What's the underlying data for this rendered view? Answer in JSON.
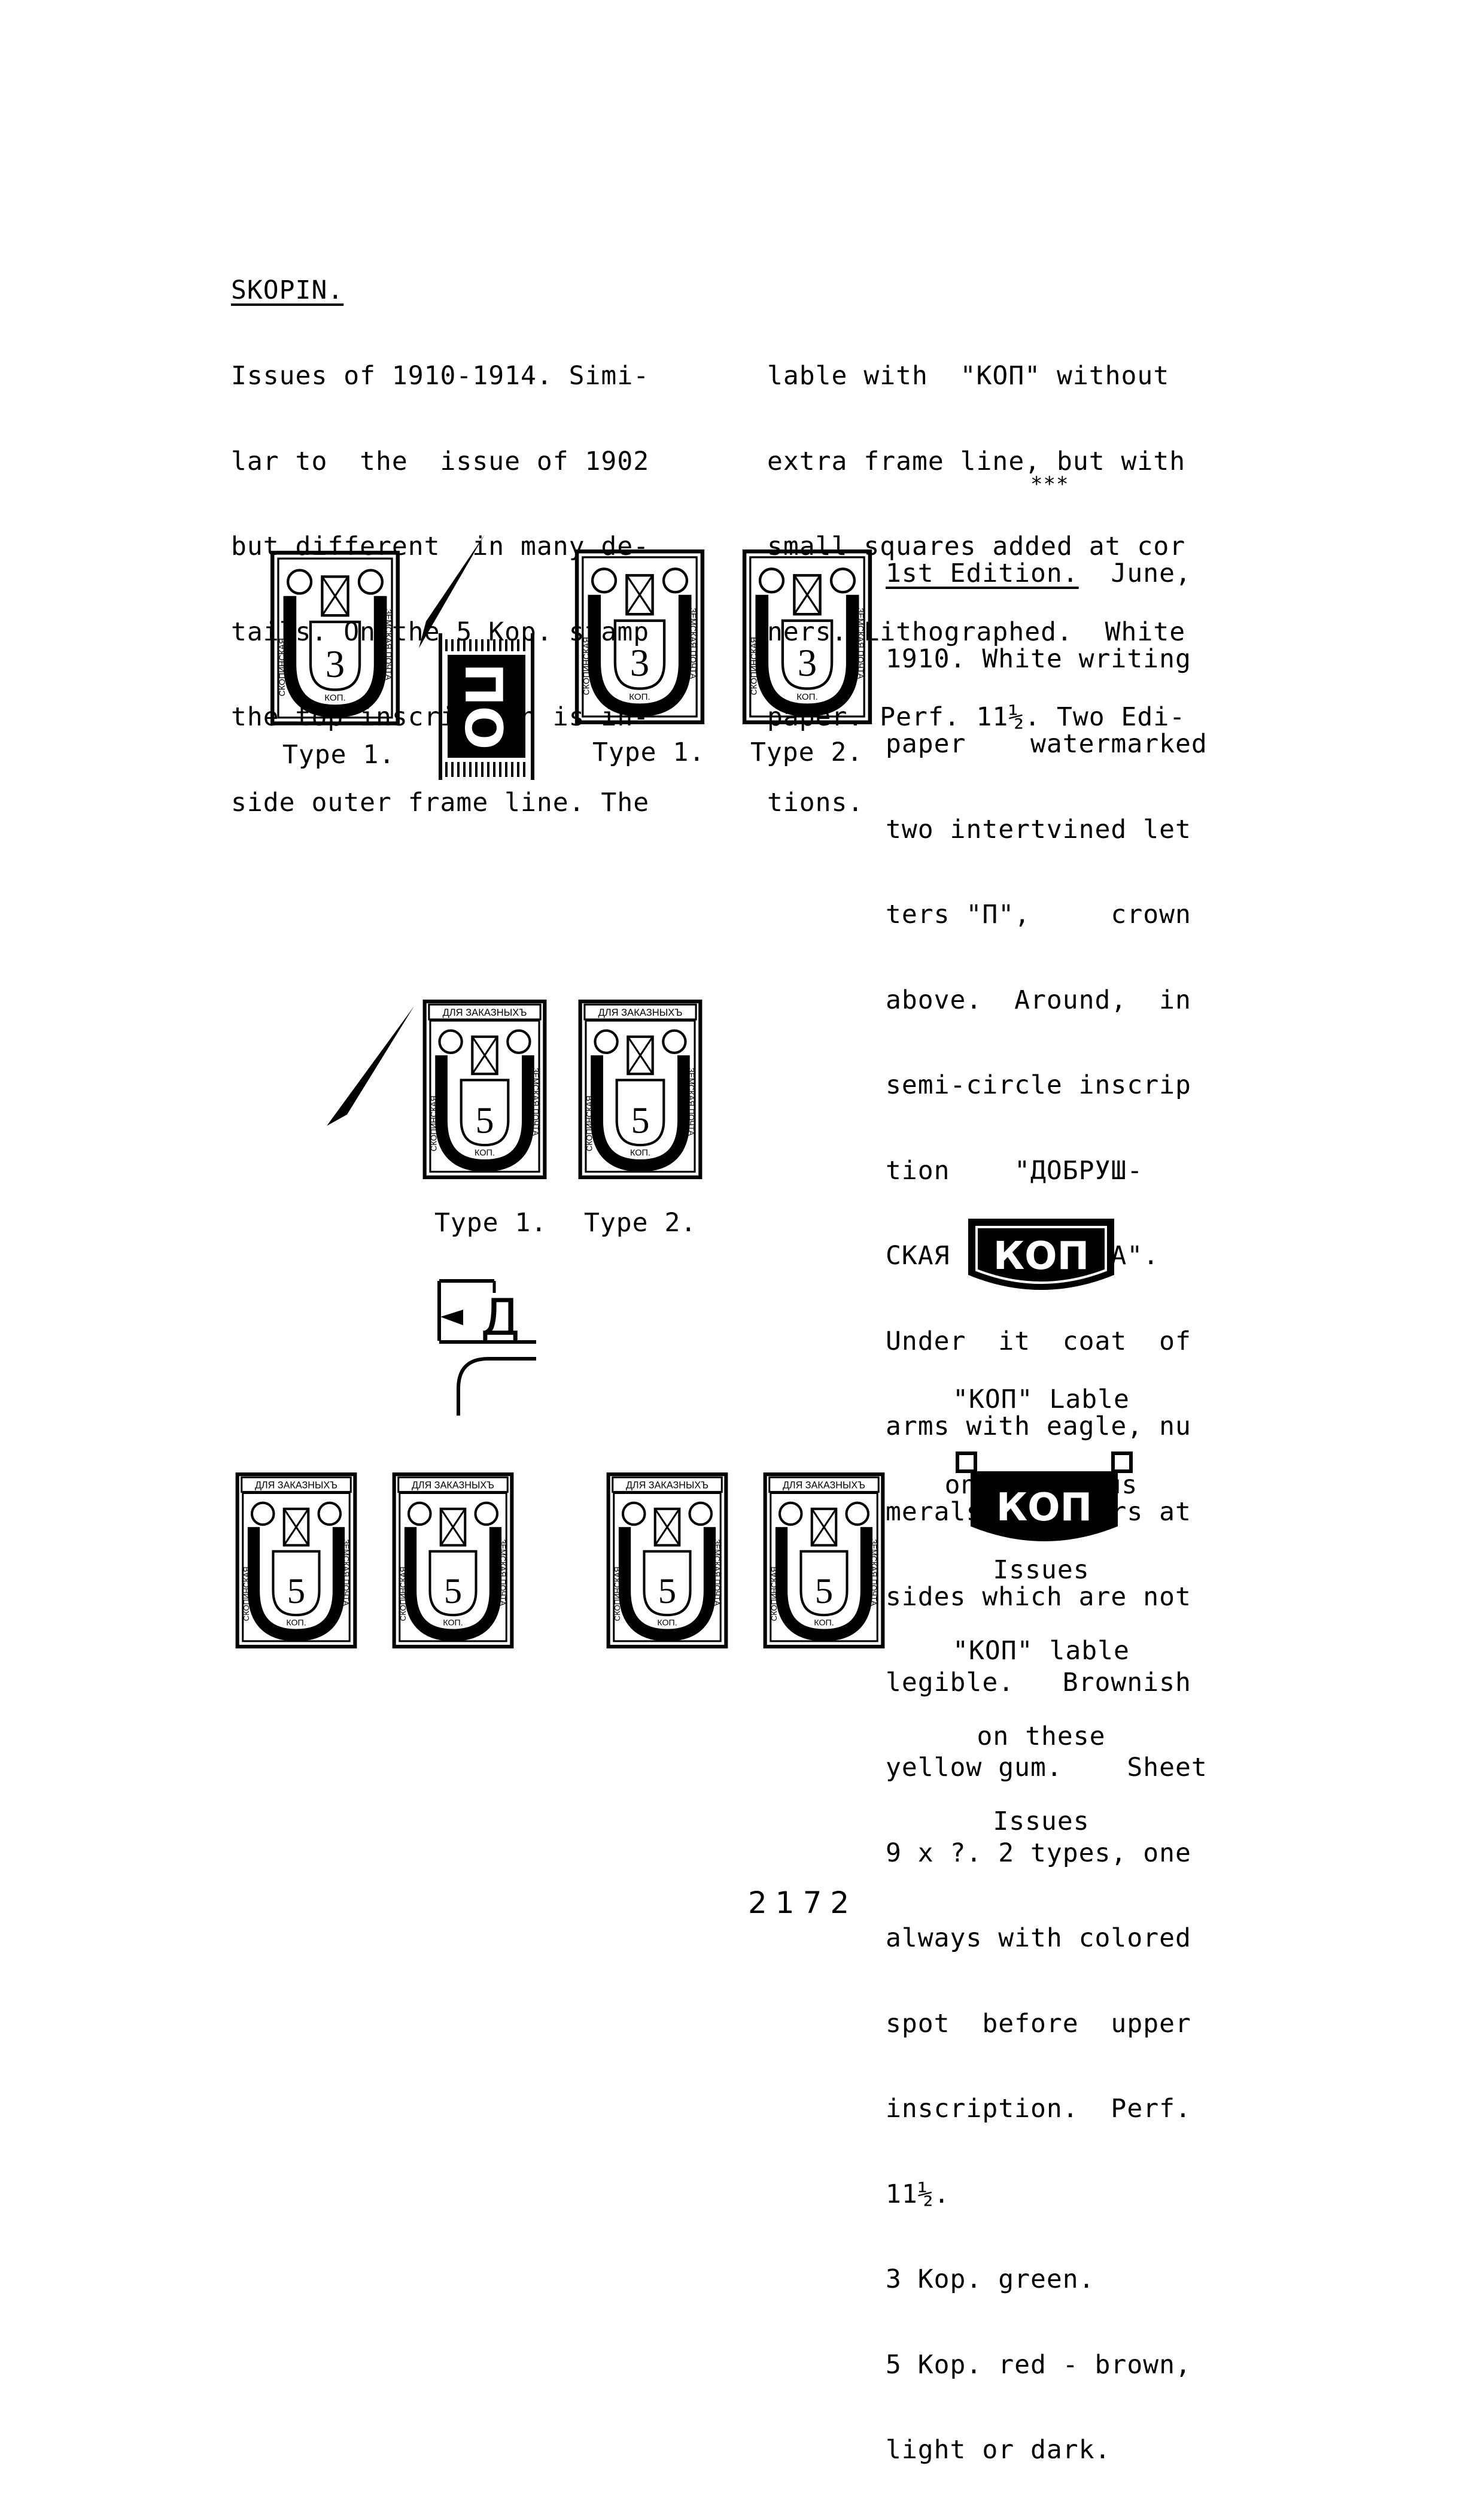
{
  "heading": "SKOPIN.",
  "col1_lines": [
    "Issues of 1910-1914. Simi-",
    "lar to  the  issue of 1902",
    "but different  in many de-",
    "tails. On the 5 Kop. stamp",
    "the top inscription is in-",
    "side outer frame line. The"
  ],
  "col2_lines": [
    "lable with  \"КОП\" without",
    "extra frame line, but with",
    "small squares added at cor",
    "ners. Lithographed.  White",
    "paper. Perf. 11½. Two Edi-",
    "tions."
  ],
  "separator": "***",
  "edition_title": "1st Edition.",
  "edition_first_rest": "  June,",
  "edition_lines": [
    "1910. White writing",
    "paper    watermarked",
    "two intertvined let",
    "ters \"П\",     crown",
    "above.  Around,  in",
    "semi-circle inscrip",
    "tion    \"ДОБРУШ-",
    "СКАЯ    ФАБРИКА\".",
    "Under  it  coat  of",
    "arms with eagle, nu",
    "merals & letters at",
    "sides which are not",
    "legible.   Brownish",
    "yellow gum.    Sheet",
    "9 x ?. 2 types, one",
    "always with colored",
    "spot  before  upper",
    "inscription.  Perf.",
    "11½.",
    "3 Kop. green.",
    "5 Kop. red - brown,",
    "light or dark."
  ],
  "captions": {
    "type1_a": "Type 1.",
    "type1_b": "Type 1.",
    "type2_a": "Type 2.",
    "type1_c": "Type 1.",
    "type2_b": "Type 2."
  },
  "label_prev_lines": [
    "\"КОП\" Lable",
    "on  previous",
    "Issues"
  ],
  "label_these_lines": [
    "\"КОП\" lable",
    "on these",
    "Issues"
  ],
  "stamp_text": {
    "town": "СКОПИНСКАЯ",
    "post": "ЗЕМСКАЯ ПОЧТА",
    "top_5": "ДЛЯ ЗАКАЗНЫХЪ",
    "kop": "КОП.",
    "value_3": "3",
    "value_5": "5"
  },
  "lable_text": "КОП",
  "detail_letters": "ПО",
  "detail_d": "Д",
  "page_number": "2172"
}
